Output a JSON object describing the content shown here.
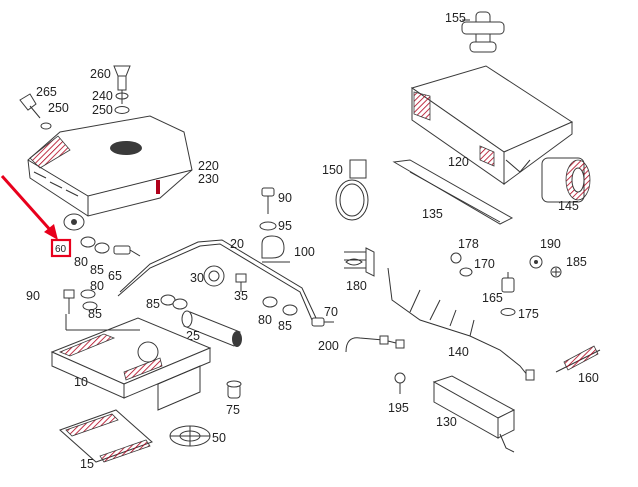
{
  "diagram": {
    "accent_color": "#e8001c",
    "part_color": "#3a3a3a",
    "highlighted_callout": "60",
    "callouts": {
      "c155": "155",
      "c260": "260",
      "c265": "265",
      "c250a": "250",
      "c240": "240",
      "c250b": "250",
      "c220": "220",
      "c230": "230",
      "c60": "60",
      "c80a": "80",
      "c85a": "85",
      "c65": "65",
      "c90a": "90",
      "c95": "95",
      "c100": "100",
      "c20": "20",
      "c150": "150",
      "c120": "120",
      "c135": "135",
      "c145": "145",
      "c178": "178",
      "c190": "190",
      "c170": "170",
      "c185": "185",
      "c165": "165",
      "c175": "175",
      "c90b": "90",
      "c80b": "80",
      "c85b": "85",
      "c30": "30",
      "c35": "35",
      "c180": "180",
      "c85c": "85",
      "c25": "25",
      "c80c": "80",
      "c85d": "85",
      "c70": "70",
      "c200": "200",
      "c140": "140",
      "c10": "10",
      "c160": "160",
      "c75": "75",
      "c195": "195",
      "c130": "130",
      "c50": "50",
      "c15": "15"
    }
  }
}
